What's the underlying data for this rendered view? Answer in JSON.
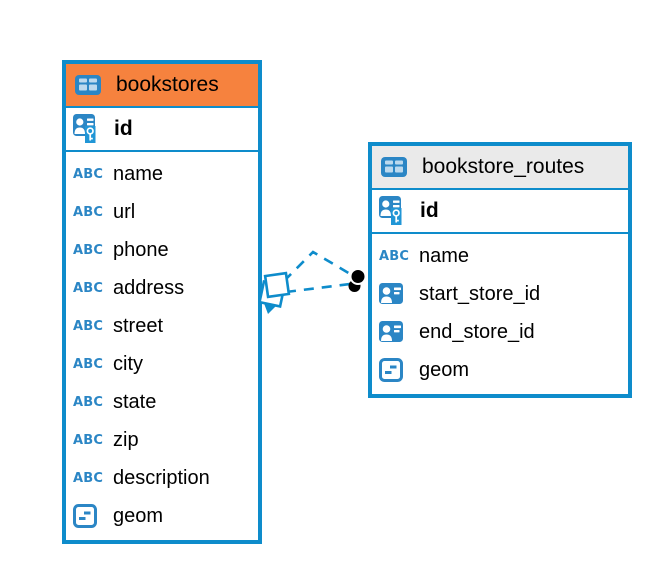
{
  "diagram": {
    "type": "entity-relationship",
    "badges": {
      "text_type": "ABC"
    },
    "colors": {
      "table_border": "#0E8CCB",
      "icon_blue": "#2B86C5",
      "connector": "#0E8CCB",
      "bookstores_header_bg": "#F6823E",
      "bookstore_routes_header_bg": "#EAEAEA",
      "text": "#000000"
    },
    "tables": [
      {
        "name": "bookstores",
        "primary_key": {
          "name": "id",
          "icon": "user-key-icon"
        },
        "columns": [
          {
            "name": "name",
            "type": "text"
          },
          {
            "name": "url",
            "type": "text"
          },
          {
            "name": "phone",
            "type": "text"
          },
          {
            "name": "address",
            "type": "text"
          },
          {
            "name": "street",
            "type": "text"
          },
          {
            "name": "city",
            "type": "text"
          },
          {
            "name": "state",
            "type": "text"
          },
          {
            "name": "zip",
            "type": "text"
          },
          {
            "name": "description",
            "type": "text"
          },
          {
            "name": "geom",
            "type": "geometry"
          }
        ]
      },
      {
        "name": "bookstore_routes",
        "primary_key": {
          "name": "id",
          "icon": "user-key-icon"
        },
        "columns": [
          {
            "name": "name",
            "type": "text"
          },
          {
            "name": "start_store_id",
            "type": "reference"
          },
          {
            "name": "end_store_id",
            "type": "reference"
          },
          {
            "name": "geom",
            "type": "geometry"
          }
        ]
      }
    ],
    "connectors": [
      {
        "from_table": "bookstores",
        "to_table": "bookstore_routes",
        "style": "dashed"
      },
      {
        "from_table": "bookstores",
        "to_table": "bookstore_routes",
        "style": "dashed"
      }
    ]
  }
}
